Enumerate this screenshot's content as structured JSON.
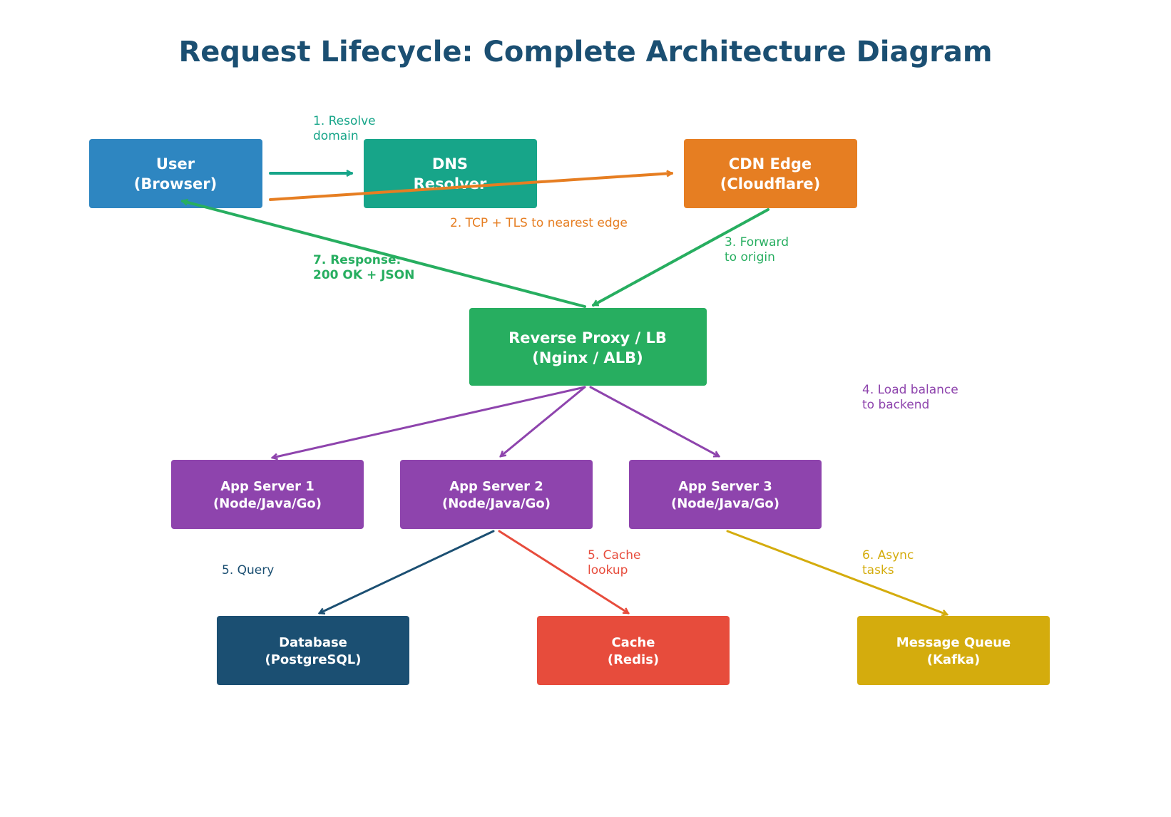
{
  "title": "Request Lifecycle: Complete Architecture Diagram",
  "colors": {
    "title": "#1b4f72",
    "blue": "#2e86c1",
    "teal": "#17a589",
    "orange": "#e67e22",
    "green": "#27ae60",
    "purple": "#8e44ad",
    "navy": "#1b4f72",
    "red": "#e74c3c",
    "gold": "#d4ac0d"
  },
  "nodes": {
    "user": {
      "line1": "User",
      "line2": "(Browser)",
      "color": "#2e86c1"
    },
    "dns": {
      "line1": "DNS",
      "line2": "Resolver",
      "color": "#17a589"
    },
    "cdn": {
      "line1": "CDN Edge",
      "line2": "(Cloudflare)",
      "color": "#e67e22"
    },
    "proxy": {
      "line1": "Reverse Proxy / LB",
      "line2": "(Nginx / ALB)",
      "color": "#27ae60"
    },
    "app1": {
      "line1": "App Server 1",
      "line2": "(Node/Java/Go)",
      "color": "#8e44ad"
    },
    "app2": {
      "line1": "App Server 2",
      "line2": "(Node/Java/Go)",
      "color": "#8e44ad"
    },
    "app3": {
      "line1": "App Server 3",
      "line2": "(Node/Java/Go)",
      "color": "#8e44ad"
    },
    "db": {
      "line1": "Database",
      "line2": "(PostgreSQL)",
      "color": "#1b4f72"
    },
    "cache": {
      "line1": "Cache",
      "line2": "(Redis)",
      "color": "#e74c3c"
    },
    "mq": {
      "line1": "Message Queue",
      "line2": "(Kafka)",
      "color": "#d4ac0d"
    }
  },
  "edges": {
    "resolve": {
      "line1": "1. Resolve",
      "line2": "domain",
      "color": "#17a589"
    },
    "tcp": {
      "line1": "2. TCP + TLS to nearest edge",
      "color": "#e67e22"
    },
    "forward": {
      "line1": "3. Forward",
      "line2": "to origin",
      "color": "#27ae60"
    },
    "loadbalance": {
      "line1": "4. Load balance",
      "line2": "to backend",
      "color": "#8e44ad"
    },
    "query": {
      "line1": "5. Query",
      "color": "#1b4f72"
    },
    "cachelookup": {
      "line1": "5. Cache",
      "line2": "lookup",
      "color": "#e74c3c"
    },
    "async": {
      "line1": "6. Async",
      "line2": "tasks",
      "color": "#d4ac0d"
    },
    "response": {
      "line1": "7. Response:",
      "line2": "200 OK + JSON",
      "color": "#27ae60"
    }
  }
}
